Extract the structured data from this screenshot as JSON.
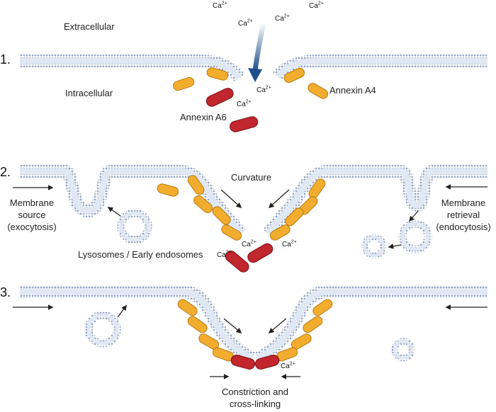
{
  "labels": {
    "extracellular": "Extracellular",
    "intracellular": "Intracellular",
    "annexin_a6": "Annexin A6",
    "annexin_a4": "Annexin A4",
    "curvature": "Curvature",
    "membrane_source_1": "Membrane",
    "membrane_source_2": "source",
    "membrane_source_3": "(exocytosis)",
    "membrane_retrieval_1": "Membrane",
    "membrane_retrieval_2": "retrieval",
    "membrane_retrieval_3": "(endocytosis)",
    "lysosomes": "Lysosomes / Early endosomes",
    "constriction_1": "Constriction and",
    "constriction_2": "cross-linking"
  },
  "steps": [
    "1.",
    "2.",
    "3."
  ],
  "calcium": {
    "base": "Ca",
    "charge": "2+"
  },
  "colors": {
    "membrane_head": "#8fa4c4",
    "membrane_fill": "#dfe8f3",
    "annexin_a4": "#f2ad2f",
    "annexin_a6": "#c1272d",
    "influx_arrow": "#1f4e8c",
    "arrow": "#222222"
  }
}
